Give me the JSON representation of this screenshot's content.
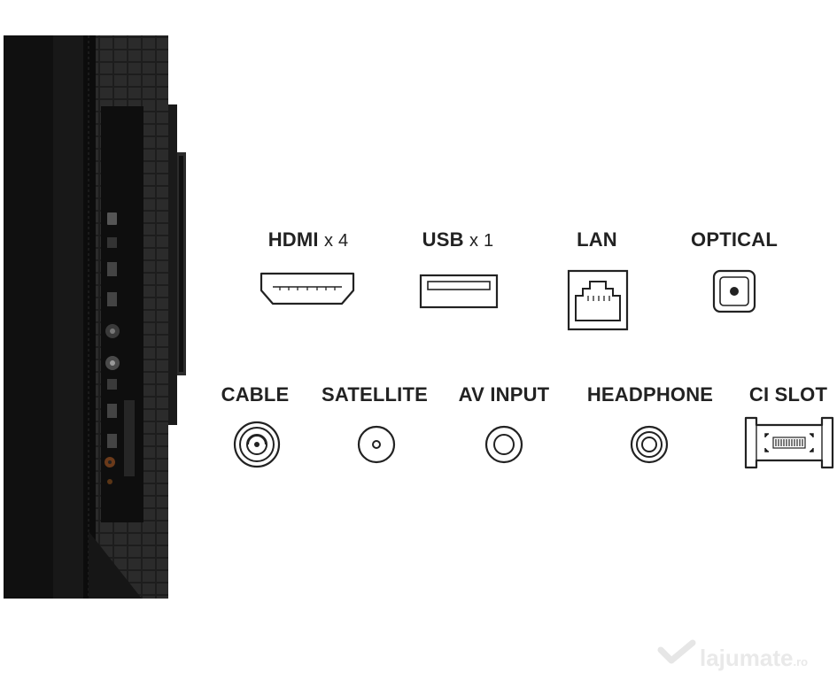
{
  "ports_row1": [
    {
      "name": "HDMI",
      "qty": "x 4",
      "icon": "hdmi-port-icon"
    },
    {
      "name": "USB",
      "qty": "x 1",
      "icon": "usb-port-icon"
    },
    {
      "name": "LAN",
      "qty": "",
      "icon": "lan-port-icon"
    },
    {
      "name": "OPTICAL",
      "qty": "",
      "icon": "optical-port-icon"
    }
  ],
  "ports_row2": [
    {
      "name": "CABLE",
      "icon": "cable-port-icon"
    },
    {
      "name": "SATELLITE",
      "icon": "satellite-port-icon"
    },
    {
      "name": "AV INPUT",
      "icon": "av-input-port-icon"
    },
    {
      "name": "HEADPHONE",
      "icon": "headphone-port-icon"
    },
    {
      "name": "CI SLOT",
      "icon": "ci-slot-icon"
    }
  ],
  "watermark": {
    "brand": "lajumate",
    "tld": ".ro"
  },
  "colors": {
    "text": "#222222",
    "tv_body": "#141414",
    "watermark": "#e9e9e9"
  }
}
